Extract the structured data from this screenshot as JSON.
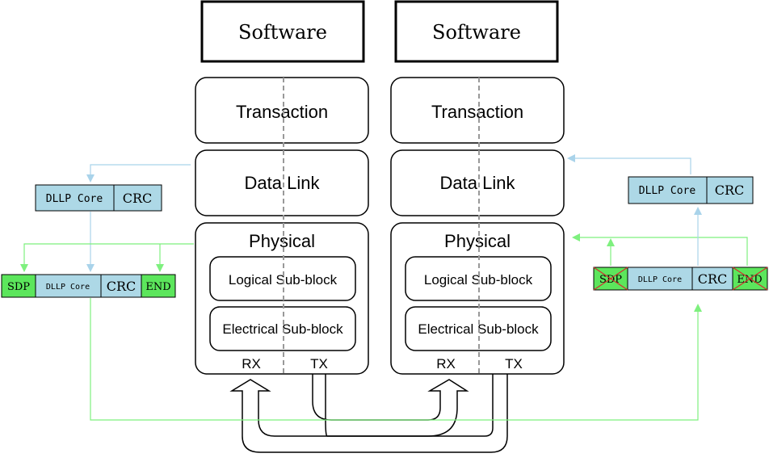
{
  "stacks": {
    "left": {
      "software": "Software",
      "transaction": "Transaction",
      "data_link": "Data Link",
      "physical": "Physical",
      "logical": "Logical Sub-block",
      "electrical": "Electrical Sub-block",
      "rx": "RX",
      "tx": "TX"
    },
    "right": {
      "software": "Software",
      "transaction": "Transaction",
      "data_link": "Data Link",
      "physical": "Physical",
      "logical": "Logical Sub-block",
      "electrical": "Electrical Sub-block",
      "rx": "RX",
      "tx": "TX"
    }
  },
  "packets": {
    "left_dllp": {
      "core": "DLLP Core",
      "crc": "CRC"
    },
    "left_framed": {
      "sdp": "SDP",
      "core": "DLLP Core",
      "crc": "CRC",
      "end": "END"
    },
    "right_dllp": {
      "core": "DLLP Core",
      "crc": "CRC"
    },
    "right_framed": {
      "sdp": "SDP",
      "core": "DLLP Core",
      "crc": "CRC",
      "end": "END"
    }
  },
  "colors": {
    "packet_blue": "#add8e6",
    "frame_green": "#5ce65c",
    "flow_light_blue": "#a9d3ea",
    "flow_green": "#7ef07e",
    "stroke": "#000000",
    "divider": "#999999",
    "strike_red": "#d03030"
  }
}
